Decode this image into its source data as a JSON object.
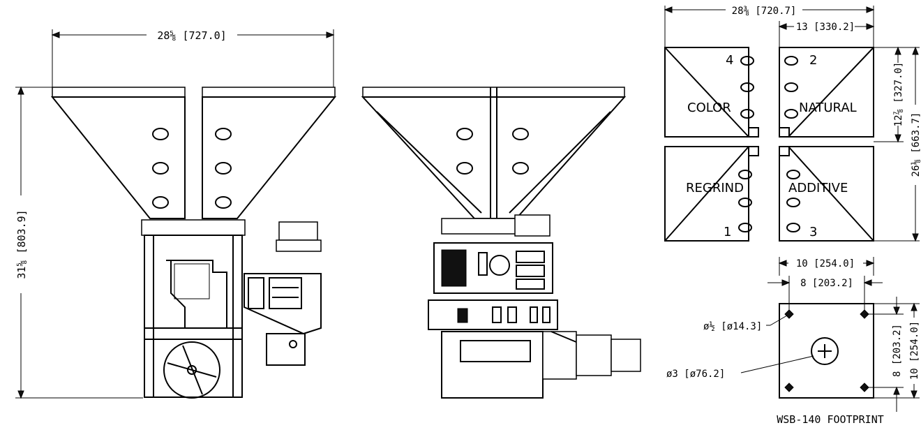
{
  "side_view": {
    "width_dim": "28⅝ [727.0]",
    "height_dim": "31⅝ [803.9]"
  },
  "top_view": {
    "width_dim": "28⅜ [720.7]",
    "half_width_dim": "13 [330.2]",
    "half_depth_dim": "12⅞ [327.0]",
    "depth_dim": "26⅛ [663.7]",
    "bins": [
      {
        "label": "COLOR",
        "number": "4"
      },
      {
        "label": "NATURAL",
        "number": "2"
      },
      {
        "label": "REGRIND",
        "number": "1"
      },
      {
        "label": "ADDITIVE",
        "number": "3"
      }
    ]
  },
  "footprint": {
    "title": "WSB-140 FOOTPRINT",
    "outer_width_dim": "10 [254.0]",
    "bolt_width_dim": "8 [203.2]",
    "hole_dim": "ø½ [ø14.3]",
    "bore_dim": "ø3 [ø76.2]",
    "bolt_depth_dim": "8 [203.2]",
    "outer_depth_dim": "10 [254.0]"
  }
}
